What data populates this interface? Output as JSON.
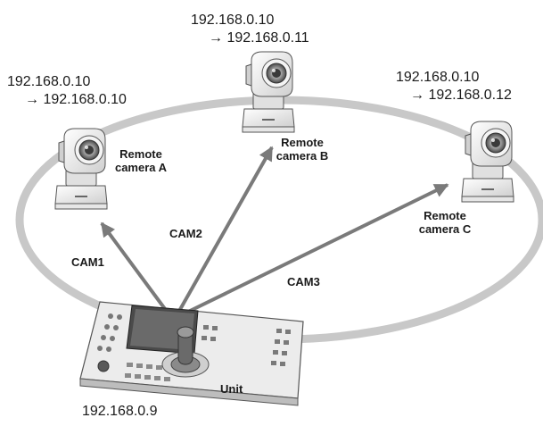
{
  "unit": {
    "label": "Unit",
    "ip": "192.168.0.9"
  },
  "cameras": [
    {
      "name_line1": "Remote",
      "name_line2": "camera A",
      "ip_from": "192.168.0.10",
      "ip_to": "→ 192.168.0.10",
      "link": "CAM1"
    },
    {
      "name_line1": "Remote",
      "name_line2": "camera B",
      "ip_from": "192.168.0.10",
      "ip_to": "→ 192.168.0.11",
      "link": "CAM2"
    },
    {
      "name_line1": "Remote",
      "name_line2": "camera C",
      "ip_from": "192.168.0.10",
      "ip_to": "→ 192.168.0.12",
      "link": "CAM3"
    }
  ],
  "colors": {
    "network_ring": "#c8c8c8",
    "arrow": "#7a7a7a",
    "device_body": "#f2f2f2",
    "device_outline": "#555555"
  }
}
